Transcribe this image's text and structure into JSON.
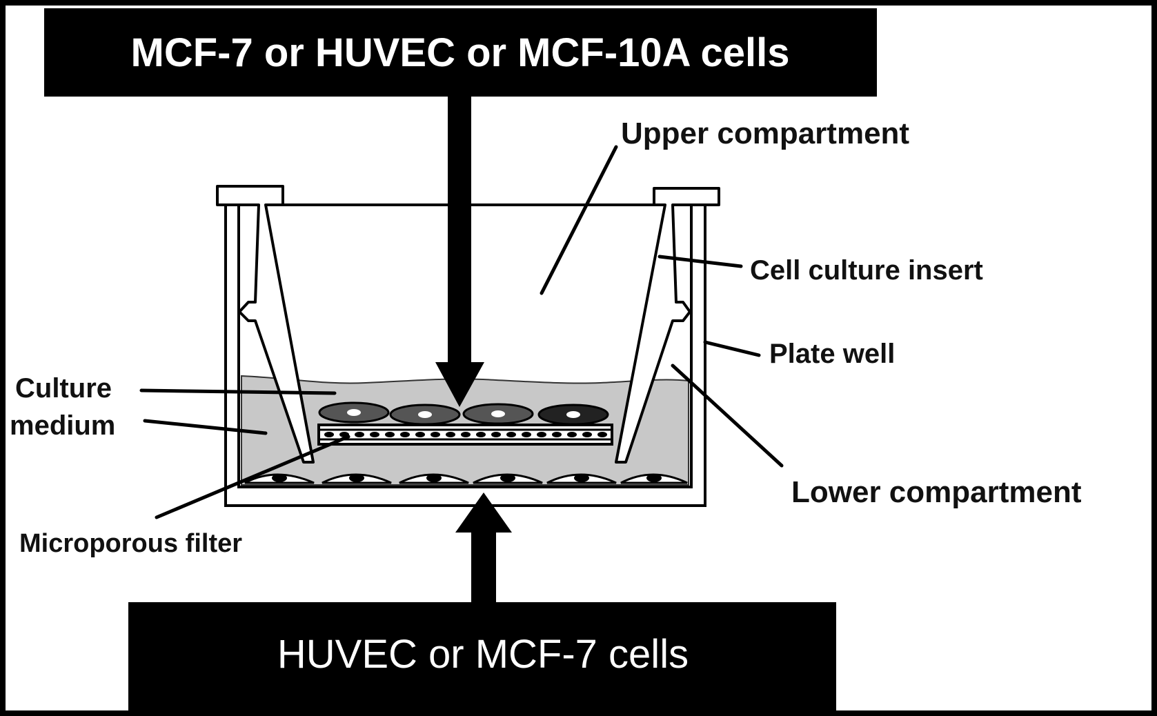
{
  "top_banner": {
    "text": "MCF-7 or HUVEC or MCF-10A cells"
  },
  "bottom_banner": {
    "text": "HUVEC or MCF-7 cells"
  },
  "labels": {
    "upper_compartment": "Upper compartment",
    "cell_culture_insert": "Cell culture insert",
    "plate_well": "Plate well",
    "culture_medium_line1": "Culture",
    "culture_medium_line2": "medium",
    "lower_compartment": "Lower compartment",
    "microporous_filter": "Microporous filter"
  },
  "colors": {
    "banner": "#000000",
    "banner_text": "#ffffff",
    "medium": "#c8c8c8",
    "frame": "#000000"
  }
}
